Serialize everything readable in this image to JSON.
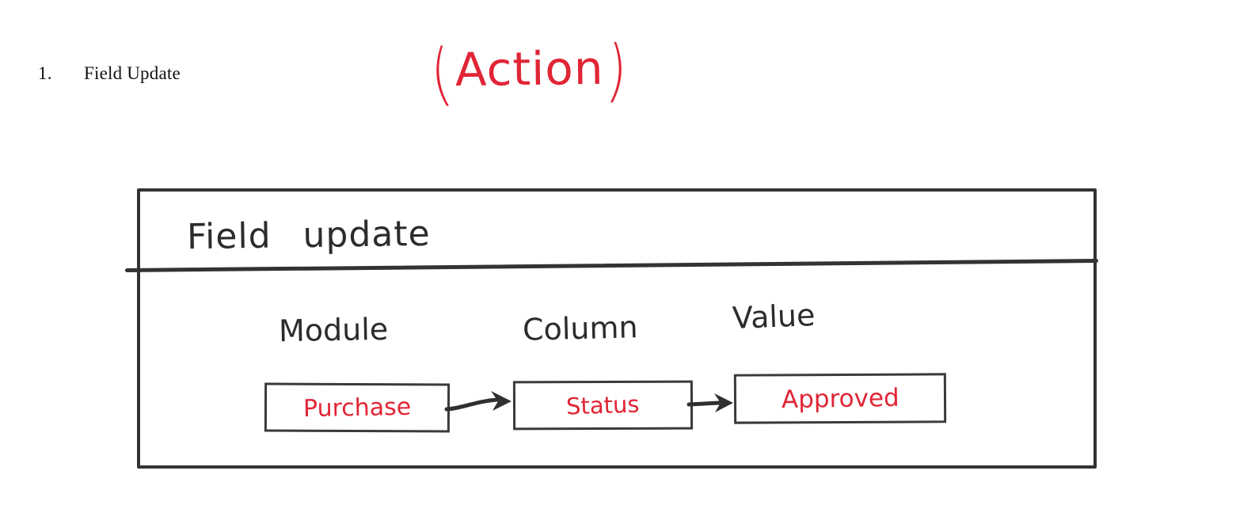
{
  "page": {
    "background_color": "#ffffff",
    "ink_dark_color": "#2c2c2e",
    "ink_red_color": "#e02535"
  },
  "list": {
    "marker": "1.",
    "label": "Field Update"
  },
  "annotation": {
    "open_paren": "(",
    "text": "Action",
    "close_paren": ")",
    "color": "#e02535"
  },
  "diagram": {
    "title": "Field update",
    "title_word_1": "Field",
    "title_word_2": "update",
    "headings": [
      {
        "label": "Module"
      },
      {
        "label": "Column"
      },
      {
        "label": "Value"
      }
    ],
    "nodes": [
      {
        "id": "module",
        "label": "Purchase",
        "color": "#e02535"
      },
      {
        "id": "column",
        "label": "Status",
        "color": "#e02535"
      },
      {
        "id": "value",
        "label": "Approved",
        "color": "#e02535"
      }
    ],
    "connectors": [
      {
        "from": "module",
        "to": "column",
        "type": "arrow"
      },
      {
        "from": "column",
        "to": "value",
        "type": "arrow"
      }
    ]
  }
}
